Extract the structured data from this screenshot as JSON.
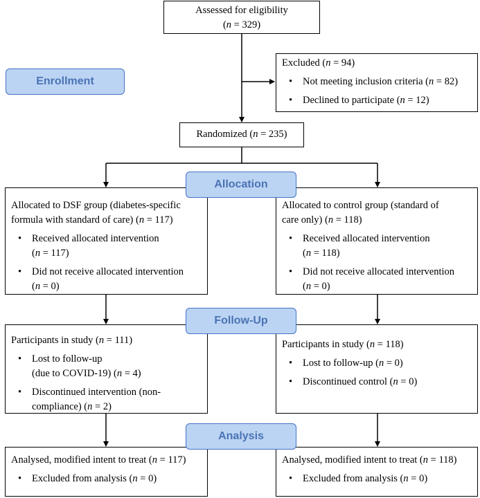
{
  "assessed": {
    "title": "Assessed for eligibility",
    "n": "329"
  },
  "excluded": {
    "title": "Excluded",
    "n": "94",
    "items": [
      {
        "label": "Not meeting inclusion criteria",
        "n": "82"
      },
      {
        "label": "Declined to participate",
        "n": "12"
      }
    ]
  },
  "randomized": {
    "title": "Randomized",
    "n": "235"
  },
  "stages": {
    "enrollment": "Enrollment",
    "allocation": "Allocation",
    "followup": "Follow-Up",
    "analysis": "Analysis"
  },
  "alloc_dsf": {
    "line1": "Allocated to DSF group (diabetes-specific",
    "line2": "formula with standard of care)",
    "n": "117",
    "items": [
      {
        "label": "Received allocated intervention",
        "n": "117"
      },
      {
        "label": "Did not receive allocated intervention",
        "n": "0"
      }
    ]
  },
  "alloc_control": {
    "line1": "Allocated to control group (standard of",
    "line2": "care only)",
    "n": "118",
    "items": [
      {
        "label": "Received allocated intervention",
        "n": "118"
      },
      {
        "label": "Did not receive allocated intervention",
        "n": "0"
      }
    ]
  },
  "follow_dsf": {
    "title": "Participants in study",
    "n": "111",
    "items": [
      {
        "label": "Lost to follow-up",
        "label2": "(due to COVID-19)",
        "n": "4"
      },
      {
        "label": "Discontinued intervention (non-",
        "label2": "compliance)",
        "n": "2"
      }
    ]
  },
  "follow_control": {
    "title": "Participants in study",
    "n": "118",
    "items": [
      {
        "label": "Lost to follow-up",
        "n": "0"
      },
      {
        "label": "Discontinued control",
        "n": "0"
      }
    ]
  },
  "analysis_dsf": {
    "title": "Analysed, modified intent to treat",
    "n": "117",
    "items": [
      {
        "label": "Excluded from analysis",
        "n": "0"
      }
    ]
  },
  "analysis_control": {
    "title": "Analysed, modified intent to treat",
    "n": "118",
    "items": [
      {
        "label": "Excluded from analysis",
        "n": "0"
      }
    ]
  },
  "n_symbol": "n",
  "colors": {
    "stage_fill": "#bcd4f3",
    "stage_border": "#4472c4",
    "stage_text": "#4a73b5"
  }
}
